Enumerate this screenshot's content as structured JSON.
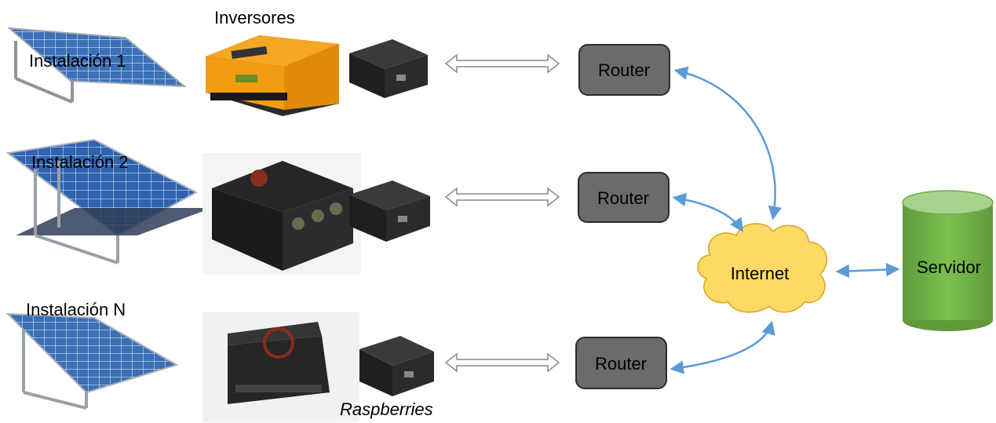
{
  "installations": [
    {
      "label": "Instalación 1"
    },
    {
      "label": "Instalación 2"
    },
    {
      "label": "Instalación N"
    }
  ],
  "inverters_label": "Inversores",
  "raspberries_label": "Raspberries",
  "routers": [
    {
      "label": "Router"
    },
    {
      "label": "Router"
    },
    {
      "label": "Router"
    }
  ],
  "internet_label": "Internet",
  "server_label": "Servidor",
  "colors": {
    "router_fill": "#6b6b6b",
    "cloud_fill": "#ffd966",
    "server_fill": "#70ad47",
    "server_top": "#a9d18e",
    "arrow_blue": "#5b9bd5",
    "inverter_orange": "#f39c12"
  }
}
